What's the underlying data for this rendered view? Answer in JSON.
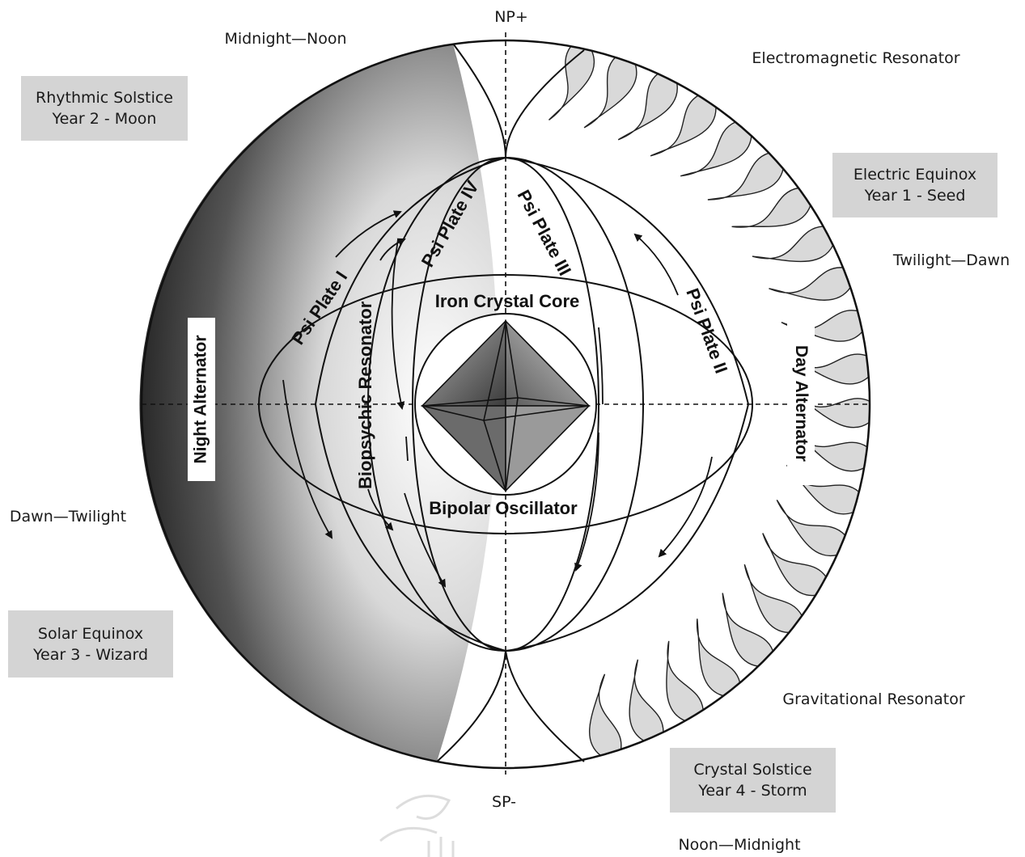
{
  "poles": {
    "north": "NP+",
    "south": "SP-"
  },
  "times": {
    "midnight_noon": "Midnight—Noon",
    "twilight_dawn": "Twilight—Dawn",
    "dawn_twilight": "Dawn—Twilight",
    "noon_midnight": "Noon—Midnight"
  },
  "resonators": {
    "electromagnetic": "Electromagnetic Resonator",
    "gravitational": "Gravitational Resonator",
    "biopsychic": "Biopsychic Resonator"
  },
  "seasons": [
    {
      "line1": "Rhythmic Solstice",
      "line2": "Year 2 - Moon"
    },
    {
      "line1": "Electric Equinox",
      "line2": "Year 1 - Seed"
    },
    {
      "line1": "Solar Equinox",
      "line2": "Year 3 - Wizard"
    },
    {
      "line1": "Crystal Solstice",
      "line2": "Year 4 - Storm"
    }
  ],
  "alternators": {
    "night": "Night Alternator",
    "day": "Day Alternator"
  },
  "core": {
    "top": "Iron Crystal Core",
    "bottom": "Bipolar Oscillator"
  },
  "plates": {
    "p1": "Psi Plate I",
    "p2": "Psi Plate II",
    "p3": "Psi Plate III",
    "p4": "Psi Plate IV"
  },
  "colors": {
    "night_dark": "#1c1c1c",
    "flame_fill": "#d9d9d9",
    "tag_bg": "#d4d4d4"
  }
}
